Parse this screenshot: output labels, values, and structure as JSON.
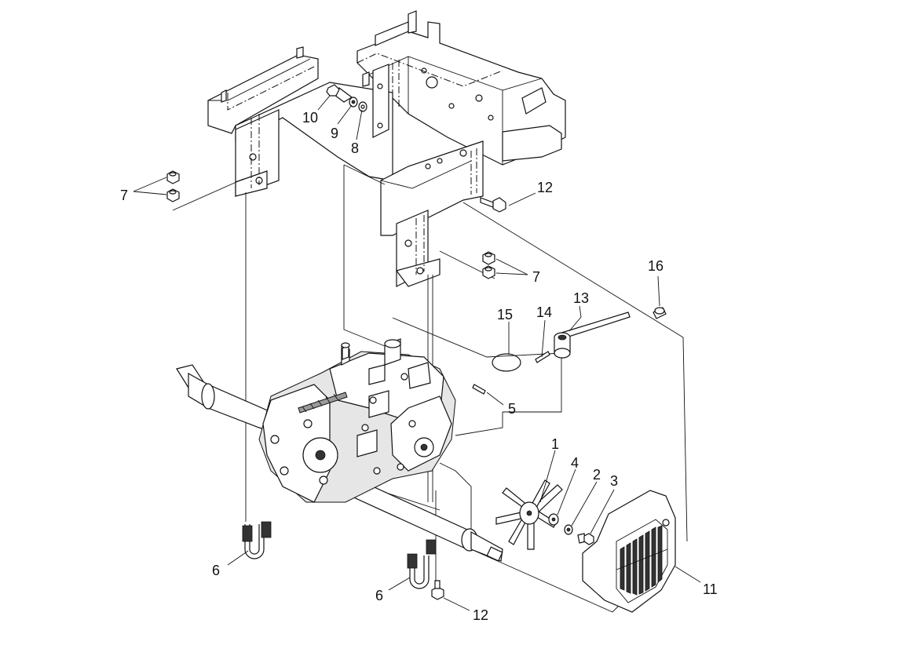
{
  "diagram": {
    "type": "exploded parts diagram",
    "callouts": [
      {
        "id": "c1",
        "label": "1"
      },
      {
        "id": "c2",
        "label": "2"
      },
      {
        "id": "c3",
        "label": "3"
      },
      {
        "id": "c4",
        "label": "4"
      },
      {
        "id": "c5",
        "label": "5"
      },
      {
        "id": "c6a",
        "label": "6"
      },
      {
        "id": "c6b",
        "label": "6"
      },
      {
        "id": "c7a",
        "label": "7"
      },
      {
        "id": "c7b",
        "label": "7"
      },
      {
        "id": "c8",
        "label": "8"
      },
      {
        "id": "c9",
        "label": "9"
      },
      {
        "id": "c10",
        "label": "10"
      },
      {
        "id": "c11",
        "label": "11"
      },
      {
        "id": "c12a",
        "label": "12"
      },
      {
        "id": "c12b",
        "label": "12"
      },
      {
        "id": "c13",
        "label": "13"
      },
      {
        "id": "c14",
        "label": "14"
      },
      {
        "id": "c15",
        "label": "15"
      },
      {
        "id": "c16",
        "label": "16"
      }
    ],
    "parts": [
      "frame-left-bracket",
      "frame-right-bracket",
      "frame-center-plate",
      "transaxle",
      "axle-shaft",
      "cooling-fan",
      "fan-shroud",
      "control-rod",
      "u-bolt-left",
      "u-bolt-center"
    ]
  }
}
